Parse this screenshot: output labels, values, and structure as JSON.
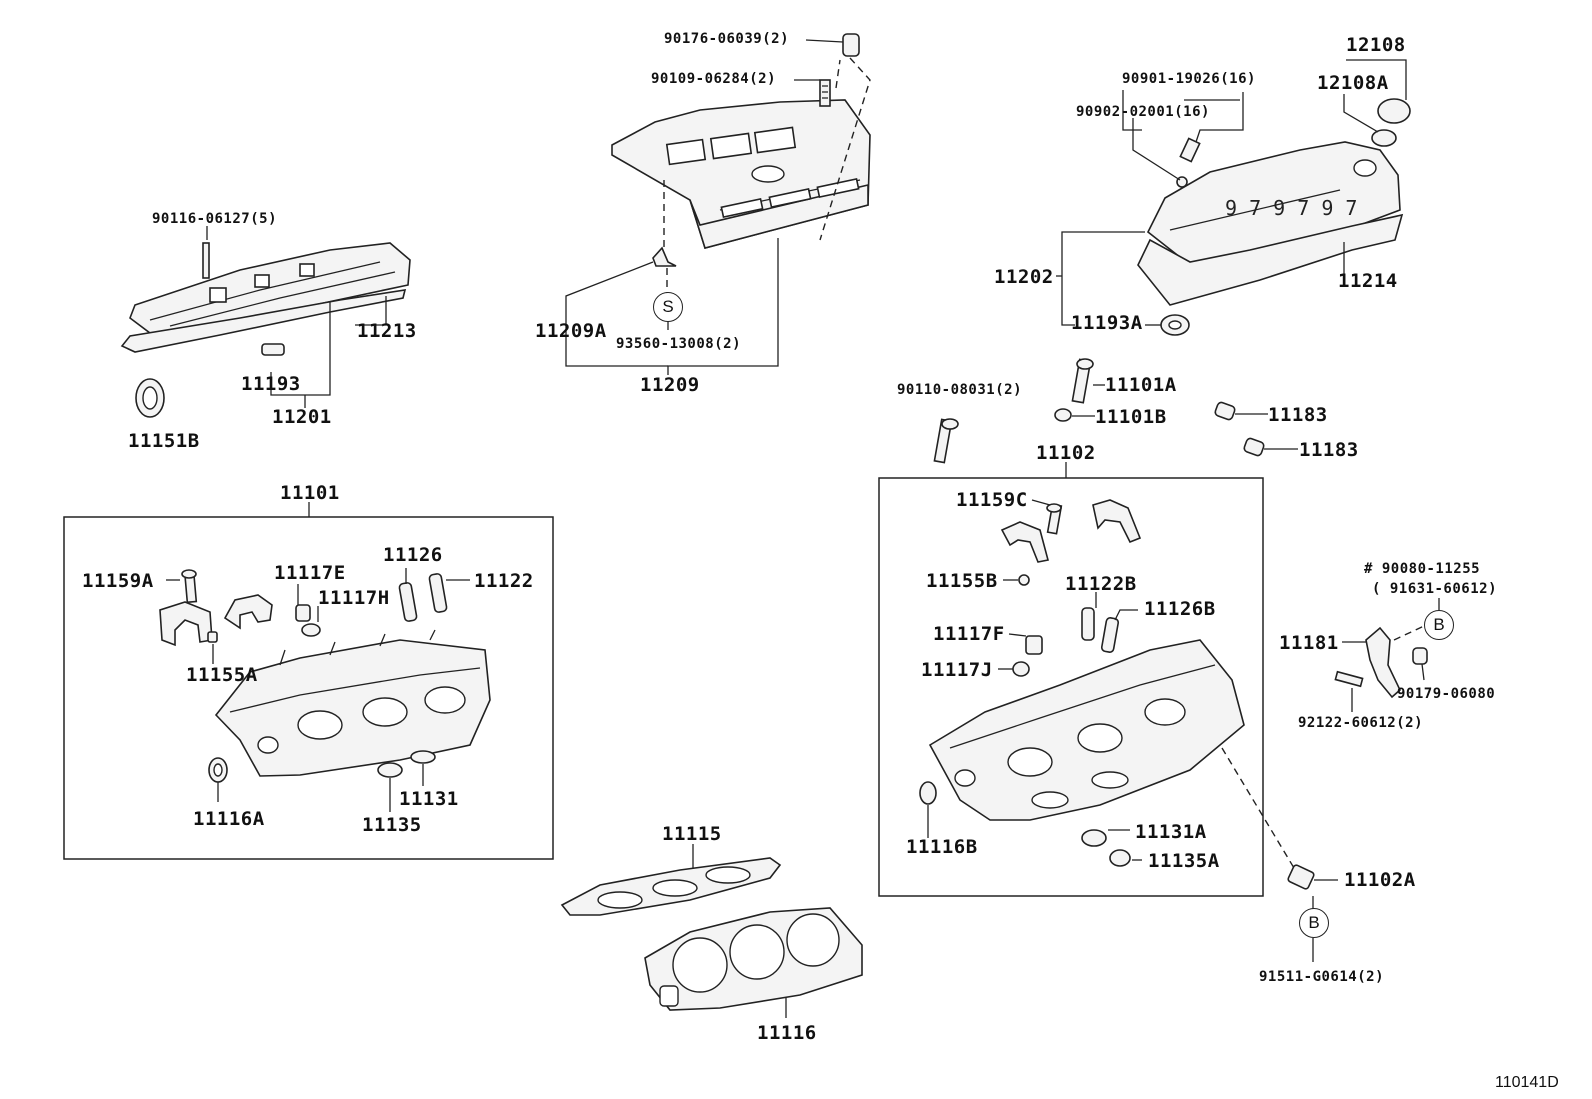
{
  "figure_id": "110141D",
  "callouts": {
    "s": "S",
    "b1": "B",
    "b2": "B"
  },
  "labels": {
    "p90176": "90176-06039(2)",
    "p90109": "90109-06284(2)",
    "p90901": "90901-19026(16)",
    "p90902": "90902-02001(16)",
    "p12108": "12108",
    "p12108a": "12108A",
    "p90116": "90116-06127(5)",
    "p11213": "11213",
    "p11193": "11193",
    "p11201": "11201",
    "p11151b": "11151B",
    "p11209a": "11209A",
    "p93560": "93560-13008(2)",
    "p11209": "11209",
    "p11202": "11202",
    "p11214": "11214",
    "p11193a": "11193A",
    "p90110": "90110-08031(2)",
    "p11101a": "11101A",
    "p11101b": "11101B",
    "p11183a": "11183",
    "p11183b": "11183",
    "p11102": "11102",
    "p11101": "11101",
    "p11159a": "11159A",
    "p11117e": "11117E",
    "p11126": "11126",
    "p11122": "11122",
    "p11117h": "11117H",
    "p11155a": "11155A",
    "p11116a": "11116A",
    "p11131": "11131",
    "p11135": "11135",
    "p11159c": "11159C",
    "p11155b": "11155B",
    "p11122b": "11122B",
    "p11126b": "11126B",
    "p11117f": "11117F",
    "p11117j": "11117J",
    "p11116b": "11116B",
    "p11131a": "11131A",
    "p11135a": "11135A",
    "p11102a": "11102A",
    "p91511": "91511-G0614(2)",
    "p90080": "# 90080-11255",
    "p91631": "( 91631-60612)",
    "p11181": "11181",
    "p90179": "90179-06080",
    "p92122": "92122-60612(2)",
    "p11115": "11115",
    "p11116": "11116"
  }
}
